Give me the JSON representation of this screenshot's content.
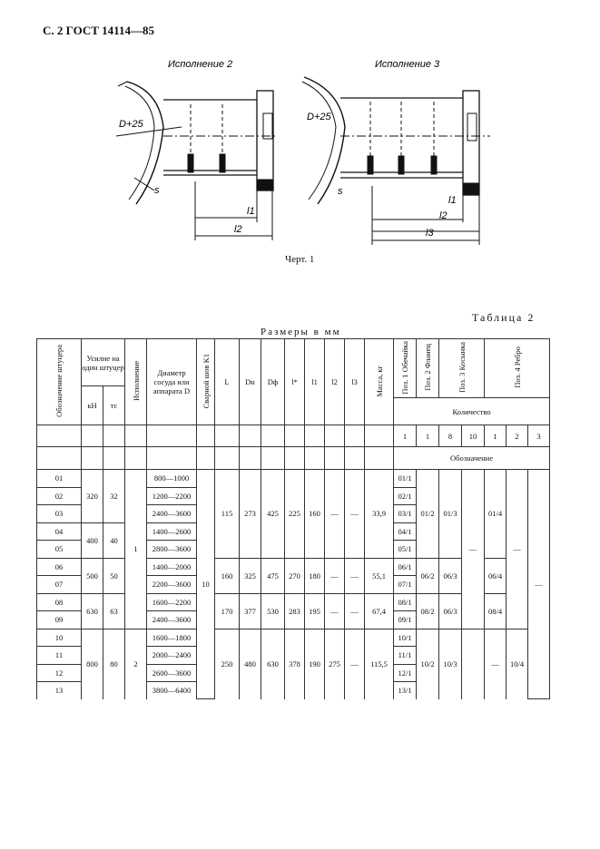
{
  "header": "С. 2 ГОСТ 14114—85",
  "drawing": {
    "label_left": "Исполнение 2",
    "label_right": "Исполнение 3",
    "dim_d25": "D+25",
    "dim_s": "s",
    "dim_l1": "l1",
    "dim_l2": "l2",
    "dim_l3": "l3"
  },
  "caption": "Черт. 1",
  "table_label": "Таблица 2",
  "units": "Размеры в мм",
  "columns": {
    "designation": "Обозначение штуцера",
    "force": "Усилие на один штуцер",
    "kN": "кН",
    "tc": "тс",
    "version": "Исполнение",
    "diameter": "Диаметр сосуда или аппарата D",
    "weld": "Сварной шов K1",
    "L": "L",
    "Dn": "Dн",
    "Df": "Dф",
    "l_star": "l*",
    "l1": "l1",
    "l2": "l2",
    "l3": "l3",
    "mass": "Масса, кг",
    "poz1": "Поз. 1 Обечайка",
    "poz2": "Поз. 2 Фланец",
    "poz3": "Поз. 3 Косынка",
    "poz4": "Поз. 4 Ребро",
    "quantity": "Количество",
    "oboznach": "Обозначение",
    "qty": [
      "1",
      "1",
      "8",
      "10",
      "1",
      "2",
      "3"
    ]
  },
  "rows": [
    {
      "n": "01",
      "d": "800—1000",
      "p1": "01/1"
    },
    {
      "n": "02",
      "d": "1200—2200",
      "p1": "02/1"
    },
    {
      "n": "03",
      "d": "2400—3600",
      "p1": "03/1"
    },
    {
      "n": "04",
      "d": "1400—2600",
      "p1": "04/1"
    },
    {
      "n": "05",
      "d": "2800—3600",
      "p1": "05/1"
    },
    {
      "n": "06",
      "d": "1400—2000",
      "p1": "06/1"
    },
    {
      "n": "07",
      "d": "2200—3600",
      "p1": "07/1"
    },
    {
      "n": "08",
      "d": "1600—2200",
      "p1": "08/1"
    },
    {
      "n": "09",
      "d": "2400—3600",
      "p1": "09/1"
    },
    {
      "n": "10",
      "d": "1600—1800",
      "p1": "10/1"
    },
    {
      "n": "11",
      "d": "2000—2400",
      "p1": "11/1"
    },
    {
      "n": "12",
      "d": "2600—3600",
      "p1": "12/1"
    },
    {
      "n": "13",
      "d": "3800—6400",
      "p1": "13/1"
    }
  ],
  "groups": {
    "g1": {
      "kN": "320",
      "tc": "32",
      "L": "115",
      "Dn": "273",
      "Df": "425",
      "ls": "225",
      "l1": "160",
      "l2": "—",
      "l3": "—",
      "m": "33,9",
      "p2": "01/2",
      "p3": "01/3",
      "p4a": "01/4"
    },
    "g2": {
      "kN": "400",
      "tc": "40"
    },
    "g3": {
      "kN": "500",
      "tc": "50",
      "L": "160",
      "Dn": "325",
      "Df": "475",
      "ls": "270",
      "l1": "180",
      "l2": "—",
      "l3": "—",
      "m": "55,1",
      "p2": "06/2",
      "p3": "06/3",
      "p4a": "06/4"
    },
    "g4": {
      "kN": "630",
      "tc": "63",
      "L": "170",
      "Dn": "377",
      "Df": "530",
      "ls": "283",
      "l1": "195",
      "l2": "—",
      "l3": "—",
      "m": "67,4",
      "p2": "08/2",
      "p3": "06/3",
      "p4a": "08/4"
    },
    "g5": {
      "kN": "800",
      "tc": "80",
      "L": "250",
      "Dn": "480",
      "Df": "630",
      "ls": "378",
      "l1": "190",
      "l2": "275",
      "l3": "—",
      "m": "115,5",
      "p2": "10/2",
      "p3": "10/3",
      "p4a": "—",
      "p4b": "10/4"
    },
    "ver1": "1",
    "ver2": "2",
    "weld": "10",
    "dash_p3_10": "—",
    "dash_p4_2": "—",
    "dash_p4_3": "—"
  }
}
